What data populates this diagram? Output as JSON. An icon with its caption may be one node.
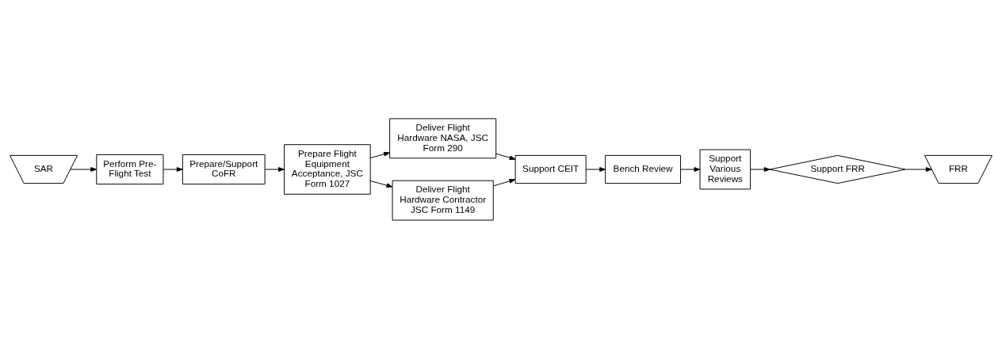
{
  "diagram": {
    "nodes": [
      {
        "text": [
          "SAR"
        ]
      },
      {
        "text": [
          "Perform Pre-Flight Test"
        ]
      },
      {
        "text": [
          "Prepare/Support CoFR"
        ]
      },
      {
        "text": [
          "Prepare Flight Equipment Acceptance, JSC Form 1027"
        ]
      },
      {
        "text": [
          "Deliver Flight Hardware NASA, JSC Form 290"
        ]
      },
      {
        "text": [
          "Deliver Flight Hardware Contractor JSC Form 1149"
        ]
      },
      {
        "text": [
          "Support CEIT"
        ]
      },
      {
        "text": [
          "Bench Review"
        ]
      },
      {
        "text": [
          "Support Various Reviews"
        ]
      },
      {
        "text": [
          "Support FRR"
        ]
      },
      {
        "text": [
          "FRR"
        ]
      }
    ],
    "edges": [
      {
        "from": 0,
        "to": 1,
        "arrow": "to"
      },
      {
        "from": 1,
        "to": 2,
        "arrow": "to"
      },
      {
        "from": 2,
        "to": 3,
        "arrow": "to"
      },
      {
        "from": 3,
        "to": 4,
        "arrow": "to"
      },
      {
        "from": 3,
        "to": 5,
        "arrow": "to"
      },
      {
        "from": 4,
        "to": 6,
        "arrow": "to"
      },
      {
        "from": 5,
        "to": 6,
        "arrow": "to"
      },
      {
        "from": 6,
        "to": 7,
        "arrow": "to"
      },
      {
        "from": 7,
        "to": 8,
        "arrow": "to"
      },
      {
        "from": 8,
        "to": 9,
        "arrow": "to"
      },
      {
        "from": 9,
        "to": 10,
        "arrow": "to"
      }
    ]
  }
}
